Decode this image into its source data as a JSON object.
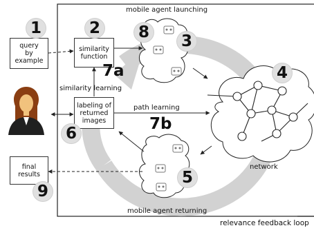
{
  "labels": {
    "mobile_agent_launching": "mobile agent launching",
    "mobile_agent_returning": "mobile agent returning",
    "similarity_learning": "similarity learning",
    "path_learning": "path learning",
    "network": "network",
    "relevance_feedback_loop": "relevance feedback loop"
  },
  "boxes": {
    "query": "query\nby\nexample",
    "similarity_function": "similarity\nfunction",
    "labeling": "labeling of\nreturned\nimages",
    "final_results": "final\nresults"
  },
  "steps": {
    "s1": "1",
    "s2": "2",
    "s3": "3",
    "s4": "4",
    "s5": "5",
    "s6": "6",
    "s7a": "7a",
    "s7b": "7b",
    "s8": "8",
    "s9": "9"
  },
  "colors": {
    "loop_gray": "#cfcfcf",
    "step_circle": "#e0e0e0",
    "skin": "#f1c27d",
    "hair": "#8a3e12",
    "suit": "#202020"
  },
  "icons": [
    "user-avatar-icon",
    "mobile-agent-icon",
    "network-node-icon"
  ]
}
